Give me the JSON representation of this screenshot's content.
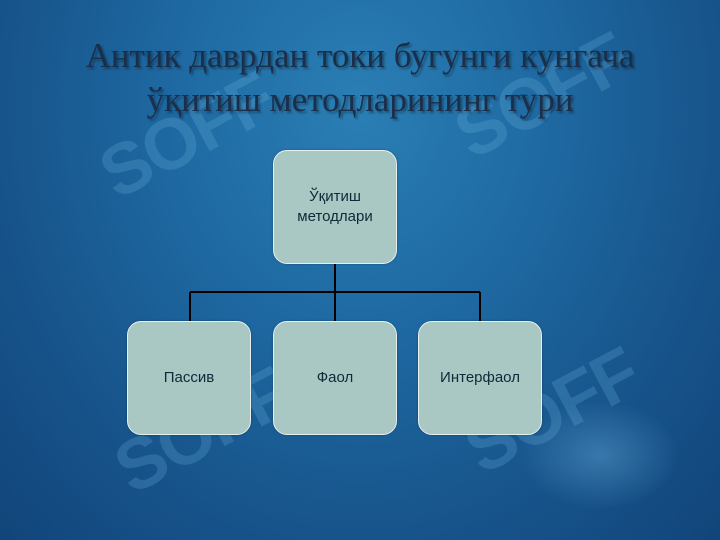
{
  "title": {
    "line1": "Антик даврдан токи бугунги кунгача",
    "line2": "ўқитиш методларининг тури"
  },
  "diagram": {
    "root": {
      "label_line1": "Ўқитиш",
      "label_line2": "методлари"
    },
    "children": [
      {
        "label": "Пассив"
      },
      {
        "label": "Фаол"
      },
      {
        "label": "Интерфаол"
      }
    ]
  },
  "watermark": {
    "text": "SOFF"
  },
  "colors": {
    "background": "#1f6aa3",
    "node_fill": "#a9c8c4",
    "connector": "#000000",
    "title_text": "#1b2f4a"
  }
}
